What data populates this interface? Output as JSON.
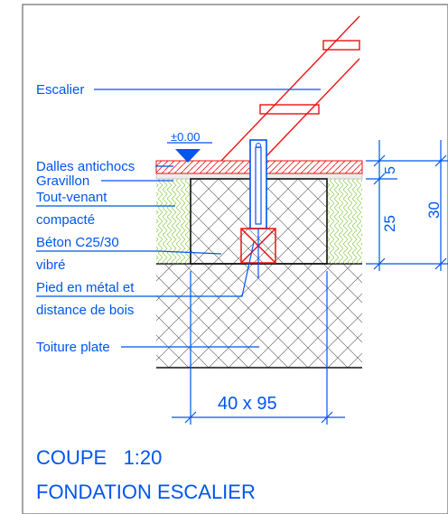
{
  "labels": {
    "escalier": "Escalier",
    "level": "±0.00",
    "dalles": "Dalles antichocs",
    "gravillon": "Gravillon",
    "tout_venant_1": "Tout-venant",
    "tout_venant_2": "compacté",
    "beton_1": "Béton C25/30",
    "beton_2": "vibré",
    "pied_1": "Pied en métal et",
    "pied_2": "distance de bois",
    "toiture": "Toiture plate"
  },
  "dimensions": {
    "d5": "5",
    "d25": "25",
    "d30": "30",
    "width": "40 x 95"
  },
  "title": {
    "line1": "COUPE   1:20",
    "line2": "FONDATION ESCALIER"
  },
  "colors": {
    "annotation": "#0055ee",
    "stair": "#ee1111",
    "outline": "#111111",
    "hatch": "#555555",
    "compact_hatch": "#88cc44"
  }
}
